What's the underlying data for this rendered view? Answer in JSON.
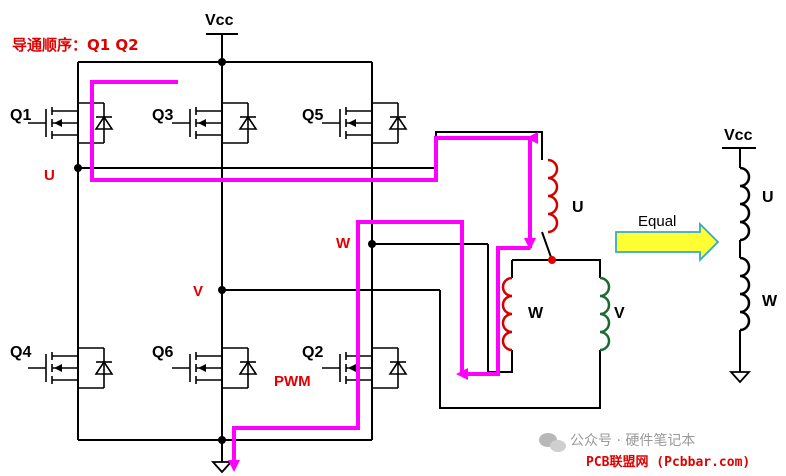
{
  "title": "导通顺序：Q1 Q2",
  "vcc_left": "Vcc",
  "vcc_right": "Vcc",
  "transistors": {
    "q1": "Q1",
    "q3": "Q3",
    "q5": "Q5",
    "q4": "Q4",
    "q6": "Q6",
    "q2": "Q2"
  },
  "nodes": {
    "u": "U",
    "v": "V",
    "w": "W"
  },
  "pwm": "PWM",
  "coils": {
    "u": "U",
    "w": "W",
    "v": "V"
  },
  "equal_label": "Equal",
  "equivalent": {
    "u": "U",
    "w": "W"
  },
  "watermark": {
    "wechat": "公众号 · 硬件笔记本",
    "site": "PCB联盟网 (Pcbbar.com)"
  },
  "colors": {
    "current_path": "#ff00ff",
    "label_red": "#e00000",
    "arrow_fill": "#ffff33",
    "arrow_stroke": "#33aacc"
  }
}
